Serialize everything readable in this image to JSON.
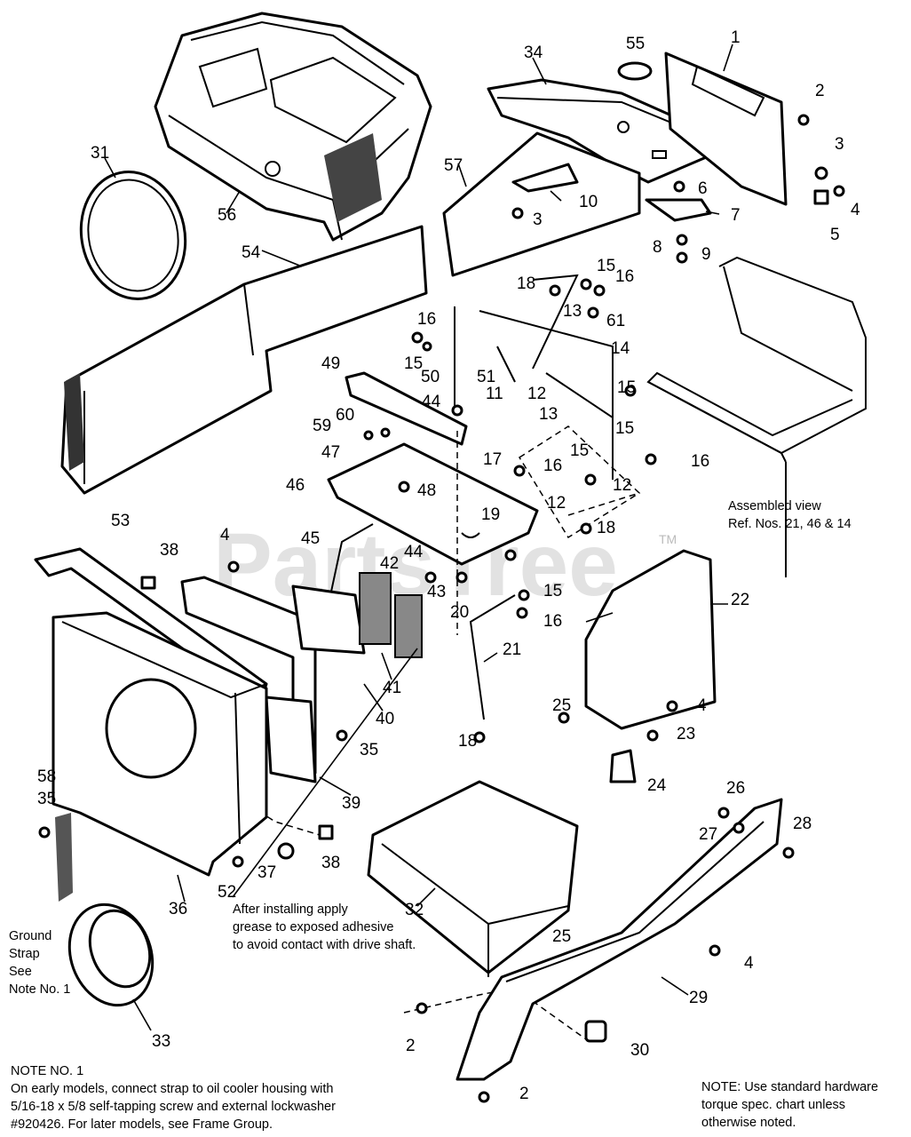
{
  "watermark": {
    "text": "PartsTree",
    "tm": "TM"
  },
  "callouts": [
    {
      "id": "c1",
      "text": "1"
    },
    {
      "id": "c2",
      "text": "2"
    },
    {
      "id": "c3",
      "text": "3"
    },
    {
      "id": "c4",
      "text": "4"
    },
    {
      "id": "c5",
      "text": "5"
    },
    {
      "id": "c6",
      "text": "6"
    },
    {
      "id": "c7",
      "text": "7"
    },
    {
      "id": "c8",
      "text": "8"
    },
    {
      "id": "c9",
      "text": "9"
    },
    {
      "id": "c10",
      "text": "10"
    },
    {
      "id": "c3b",
      "text": "3"
    },
    {
      "id": "c34",
      "text": "34"
    },
    {
      "id": "c55",
      "text": "55"
    },
    {
      "id": "c57",
      "text": "57"
    },
    {
      "id": "c31",
      "text": "31"
    },
    {
      "id": "c56",
      "text": "56"
    },
    {
      "id": "c54",
      "text": "54"
    },
    {
      "id": "c18a",
      "text": "18"
    },
    {
      "id": "c15a",
      "text": "15"
    },
    {
      "id": "c16a",
      "text": "16"
    },
    {
      "id": "c13a",
      "text": "13"
    },
    {
      "id": "c61",
      "text": "61"
    },
    {
      "id": "c16b",
      "text": "16"
    },
    {
      "id": "c15b",
      "text": "15"
    },
    {
      "id": "c14",
      "text": "14"
    },
    {
      "id": "c50",
      "text": "50"
    },
    {
      "id": "c51",
      "text": "51"
    },
    {
      "id": "c11",
      "text": "11"
    },
    {
      "id": "c12a",
      "text": "12"
    },
    {
      "id": "c49",
      "text": "49"
    },
    {
      "id": "c44a",
      "text": "44"
    },
    {
      "id": "c13b",
      "text": "13"
    },
    {
      "id": "c15c",
      "text": "15"
    },
    {
      "id": "c60",
      "text": "60"
    },
    {
      "id": "c59",
      "text": "59"
    },
    {
      "id": "c15d",
      "text": "15"
    },
    {
      "id": "c16c",
      "text": "16"
    },
    {
      "id": "c47",
      "text": "47"
    },
    {
      "id": "c17",
      "text": "17"
    },
    {
      "id": "c15e",
      "text": "15"
    },
    {
      "id": "c16d",
      "text": "16"
    },
    {
      "id": "c12b",
      "text": "12"
    },
    {
      "id": "c46",
      "text": "46"
    },
    {
      "id": "c48",
      "text": "48"
    },
    {
      "id": "c12c",
      "text": "12"
    },
    {
      "id": "c19",
      "text": "19"
    },
    {
      "id": "c18b",
      "text": "18"
    },
    {
      "id": "c53",
      "text": "53"
    },
    {
      "id": "c4a",
      "text": "4"
    },
    {
      "id": "c45",
      "text": "45"
    },
    {
      "id": "c38a",
      "text": "38"
    },
    {
      "id": "c44b",
      "text": "44"
    },
    {
      "id": "c42",
      "text": "42"
    },
    {
      "id": "c43",
      "text": "43"
    },
    {
      "id": "c20",
      "text": "20"
    },
    {
      "id": "c15f",
      "text": "15"
    },
    {
      "id": "c16e",
      "text": "16"
    },
    {
      "id": "c22",
      "text": "22"
    },
    {
      "id": "c21",
      "text": "21"
    },
    {
      "id": "c41",
      "text": "41"
    },
    {
      "id": "c40",
      "text": "40"
    },
    {
      "id": "c25a",
      "text": "25"
    },
    {
      "id": "c4b",
      "text": "4"
    },
    {
      "id": "c23",
      "text": "23"
    },
    {
      "id": "c18c",
      "text": "18"
    },
    {
      "id": "c35a",
      "text": "35"
    },
    {
      "id": "c24",
      "text": "24"
    },
    {
      "id": "c58",
      "text": "58"
    },
    {
      "id": "c35b",
      "text": "35"
    },
    {
      "id": "c39",
      "text": "39"
    },
    {
      "id": "c26",
      "text": "26"
    },
    {
      "id": "c27",
      "text": "27"
    },
    {
      "id": "c28",
      "text": "28"
    },
    {
      "id": "c37",
      "text": "37"
    },
    {
      "id": "c38b",
      "text": "38"
    },
    {
      "id": "c52",
      "text": "52"
    },
    {
      "id": "c36",
      "text": "36"
    },
    {
      "id": "c32",
      "text": "32"
    },
    {
      "id": "c25b",
      "text": "25"
    },
    {
      "id": "c4c",
      "text": "4"
    },
    {
      "id": "c29",
      "text": "29"
    },
    {
      "id": "c33",
      "text": "33"
    },
    {
      "id": "c2b",
      "text": "2"
    },
    {
      "id": "c30",
      "text": "30"
    },
    {
      "id": "c2c",
      "text": "2"
    }
  ],
  "notes": {
    "assembled_view": "Assembled view\nRef. Nos. 21, 46 & 14",
    "grease": "After installing apply\ngrease to exposed adhesive\nto avoid contact with drive shaft.",
    "ground_strap": "Ground\nStrap\nSee\nNote No. 1",
    "note1": "NOTE NO. 1\nOn early models, connect strap to oil cooler housing with\n5/16-18 x 5/8 self-tapping screw and external lockwasher\n#920426. For later models, see Frame Group.",
    "torque": "NOTE: Use standard hardware\ntorque spec. chart unless\notherwise noted."
  }
}
